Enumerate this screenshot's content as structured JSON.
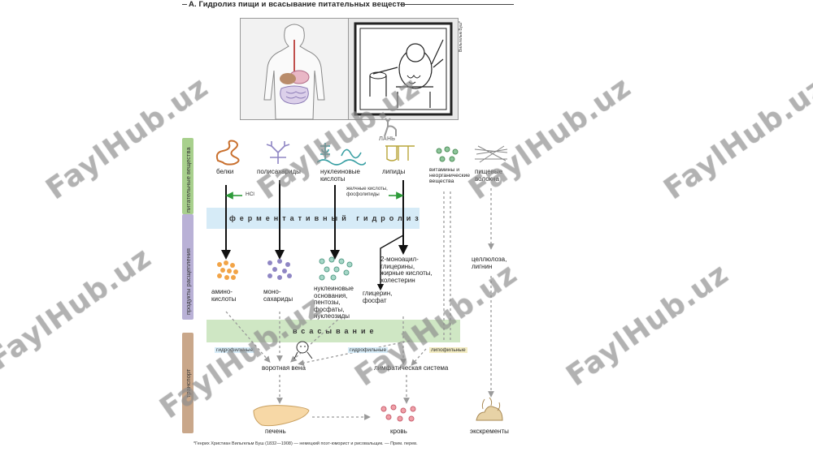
{
  "title": "А. Гидролиз пищи и всасывание питательных веществ",
  "caricature_caption": "Вильгельм Буш*",
  "publisher_logo": "ЛАНЬ",
  "sidebar": {
    "nutrients": "питательные вещества",
    "digestion_products": "продукты расщепления",
    "transport": "транспорт"
  },
  "bands": {
    "hydrolysis": "ферментативный гидролиз",
    "absorption": "всасывание"
  },
  "nutrients": {
    "proteins": "белки",
    "polysaccharides": "полисахариды",
    "nucleic_acids": "нуклеиновые кислоты",
    "lipids": "липиды",
    "vitamins": "витамины и неорганические вещества",
    "fiber": "пищевые волокна"
  },
  "annotations": {
    "hcl": "HCl",
    "bile_acids": "желчные кислоты, фосфолипиды",
    "hydrophilic_1": "гидрофильные",
    "hydrophilic_2": "гидрофильные",
    "lipophilic": "липофильные"
  },
  "products": {
    "amino_acids": "амино-кислоты",
    "monosaccharides": "моно-сахариды",
    "nucleic_products": "нуклеиновые основания, пентозы, фосфаты, нуклеозиды",
    "lipid_products": "2-моноацил-глицерины, жирные кислоты, холестерин",
    "glycerol": "глицерин, фосфат",
    "cellulose": "целлюлоза, лигнин"
  },
  "transport": {
    "portal_vein": "воротная вена",
    "lymphatic": "лимфатическая система",
    "liver": "печень",
    "blood": "кровь",
    "excrement": "экскременты"
  },
  "footnote": "*Генрих Христиан Вильгельм Буш (1832—1908) — немецкий поэт-юморист и рисовальщик. — Прим. перев.",
  "watermark": "FaylHub.uz",
  "colors": {
    "band_green": "#cfe7c4",
    "band_blue": "#d6ebf7",
    "sidebar_green": "#a8d08d",
    "sidebar_purple": "#b9b1d6",
    "sidebar_brown": "#c9a78a",
    "arrow_green": "#2e9b3a"
  }
}
